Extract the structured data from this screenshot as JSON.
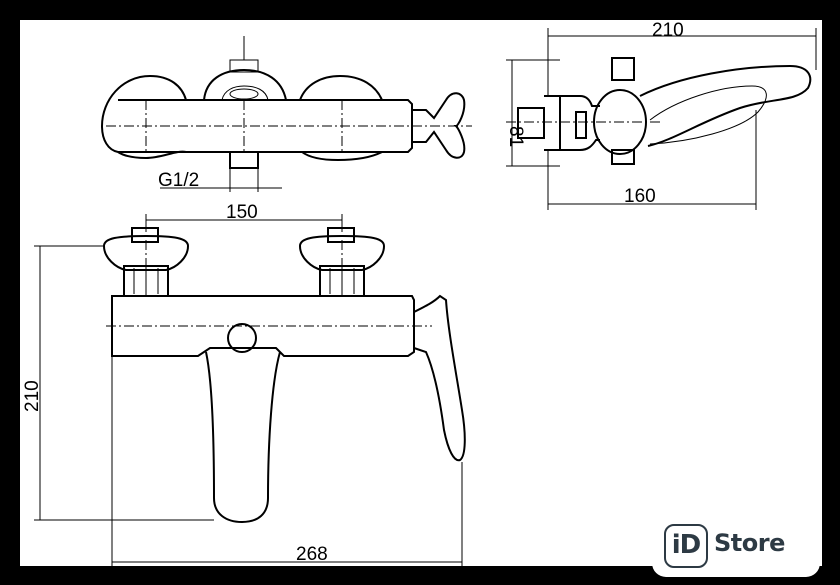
{
  "drawing": {
    "top_view": {
      "thread_label": "G1/2",
      "spacing_label": "150"
    },
    "side_view": {
      "length_label": "210",
      "height_label": "81",
      "depth_label": "160"
    },
    "front_view": {
      "height_label": "210",
      "width_label": "268"
    }
  },
  "brand": {
    "mark": "iD",
    "name": "Store"
  }
}
